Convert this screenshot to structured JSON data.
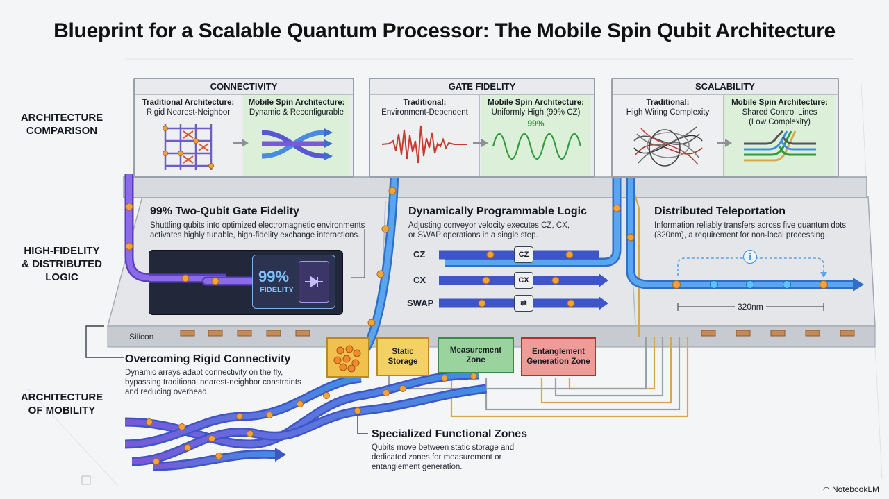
{
  "title": "Blueprint for a Scalable Quantum Processor: The Mobile Spin Qubit Architecture",
  "row_labels": {
    "comparison": [
      "ARCHITECTURE",
      "COMPARISON"
    ],
    "fidelity": [
      "HIGH-FIDELITY",
      "& DISTRIBUTED",
      "LOGIC"
    ],
    "mobility": [
      "ARCHITECTURE",
      "OF MOBILITY"
    ]
  },
  "panels": [
    {
      "heading": "CONNECTIVITY",
      "traditional": {
        "title": "Traditional Architecture:",
        "desc": "Rigid Nearest-Neighbor"
      },
      "mobile": {
        "title": "Mobile Spin Architecture:",
        "desc": "Dynamic & Reconfigurable"
      }
    },
    {
      "heading": "GATE FIDELITY",
      "traditional": {
        "title": "Traditional:",
        "desc": "Environment-Dependent"
      },
      "mobile": {
        "title": "Mobile Spin Architecture:",
        "desc": "Uniformly High (99% CZ)",
        "badge": "99%"
      }
    },
    {
      "heading": "SCALABILITY",
      "traditional": {
        "title": "Traditional:",
        "desc": "High Wiring Complexity"
      },
      "mobile": {
        "title": "Mobile Spin Architecture:",
        "desc": "Shared Control Lines",
        "desc2": "(Low Complexity)"
      }
    }
  ],
  "sections": {
    "fidelity": {
      "title": "99% Two-Qubit Gate Fidelity",
      "body": [
        "Shuttling qubits into optimized electromagnetic environments",
        "activates highly tunable, high-fidelity exchange interactions."
      ],
      "display_value": "99%",
      "display_label": "FIDELITY"
    },
    "logic": {
      "title": "Dynamically Programmable Logic",
      "body": [
        "Adjusting conveyor velocity executes CZ, CX,",
        "or SWAP operations in a single step."
      ],
      "ops": [
        {
          "label": "CZ",
          "gate": "CZ"
        },
        {
          "label": "CX",
          "gate": "CX"
        },
        {
          "label": "SWAP",
          "gate": "⇄"
        }
      ]
    },
    "teleport": {
      "title": "Distributed Teleportation",
      "body": [
        "Information reliably transfers across five quantum dots",
        "(320nm), a requirement for non-local processing."
      ],
      "distance": "320nm",
      "info_icon": "i"
    },
    "rigid": {
      "title": "Overcoming Rigid Connectivity",
      "body": [
        "Dynamic arrays adapt connectivity on the fly,",
        "bypassing traditional nearest-neighbor constraints",
        "and reducing overhead."
      ]
    },
    "zones": {
      "title": "Specialized Functional Zones",
      "body": [
        "Qubits move between static storage and",
        "dedicated zones for measurement or",
        "entanglement generation."
      ]
    }
  },
  "silicon_label": "Silicon",
  "functional_zones": [
    {
      "label": "",
      "color": "#e8b642"
    },
    {
      "label": "Static\nStorage",
      "color": "#e8b642"
    },
    {
      "label": "Measurement\nZone",
      "color": "#56b062"
    },
    {
      "label": "Entanglement\nGeneration Zone",
      "color": "#d8504e"
    }
  ],
  "brand": "NotebookLM",
  "colors": {
    "track": "#6d5bd6",
    "track_blue": "#3d8fe0",
    "qubit": "#f2a33a",
    "mobile_bg": "#dcefd9",
    "red_wave": "#c8392f",
    "green_wave": "#2f9b3c"
  }
}
